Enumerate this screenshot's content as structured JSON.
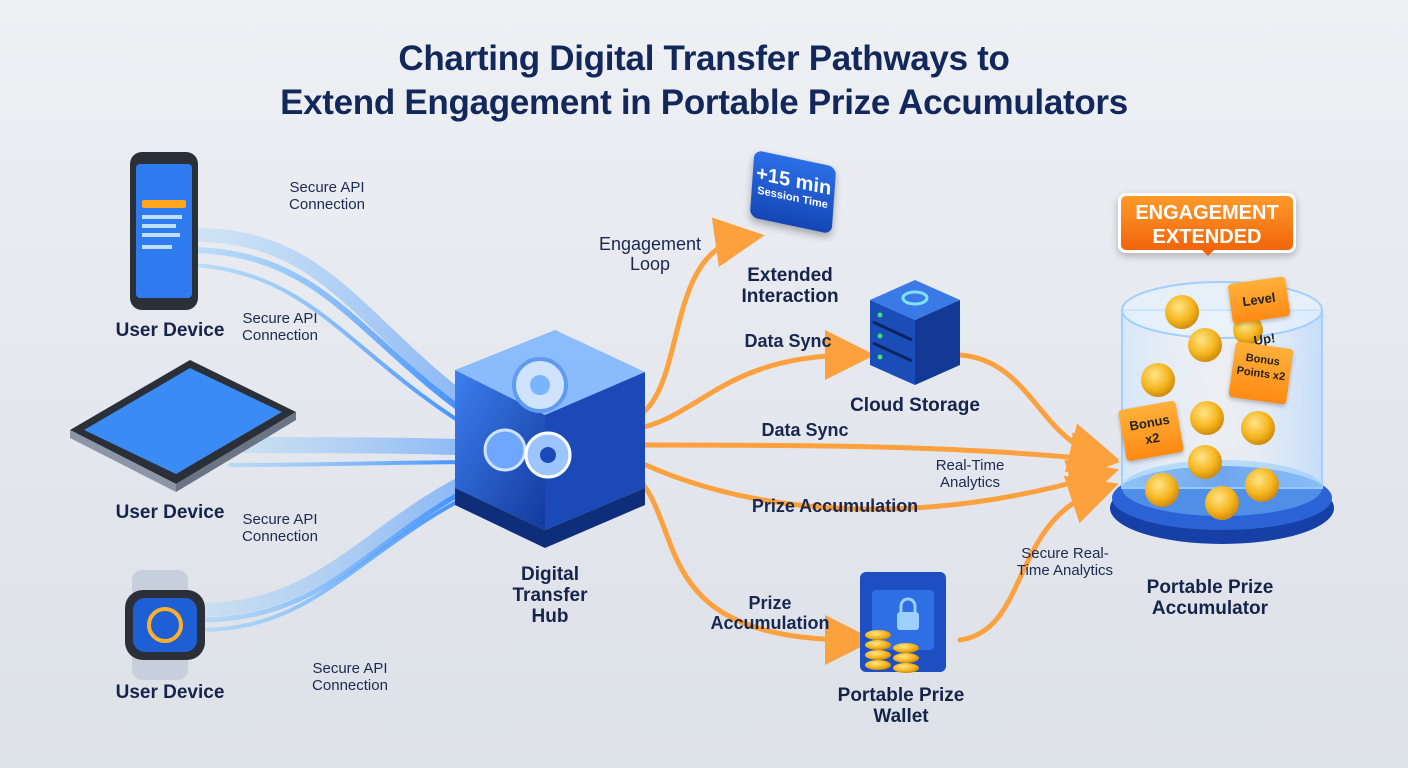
{
  "title": {
    "line1": "Charting Digital Transfer Pathways to",
    "line2": "Extend Engagement in Portable Prize Accumulators"
  },
  "devices": [
    {
      "label": "User Device",
      "kind": "smartphone"
    },
    {
      "label": "User Device",
      "kind": "tablet"
    },
    {
      "label": "User Device",
      "kind": "smartwatch"
    }
  ],
  "connections": [
    {
      "label": "Secure API Connection"
    },
    {
      "label": "Secure API Connection"
    },
    {
      "label": "Secure API Connection"
    },
    {
      "label": "Secure API Connection"
    }
  ],
  "hub": {
    "label": "Digital Transfer Hub"
  },
  "flows": {
    "engagement_loop": "Engagement Loop",
    "data_sync_1": "Data Sync",
    "data_sync_2": "Data Sync",
    "prize_accumulation_1": "Prize Accumulation",
    "prize_accumulation_2": "Prize Accumulation",
    "realtime_analytics": "Real-Time Analytics",
    "secure_realtime_analytics": "Secure Real-Time Analytics"
  },
  "nodes": {
    "extended_interaction": "Extended Interaction",
    "session_badge_value": "+15 min",
    "session_badge_caption": "Session Time",
    "cloud_storage": "Cloud Storage",
    "prize_wallet": "Portable Prize Wallet",
    "accumulator": "Portable Prize Accumulator"
  },
  "accumulator_chips": {
    "engagement_badge": "ENGAGEMENT EXTENDED",
    "level_up": "Level Up!",
    "bonus_points": "Bonus Points x2",
    "bonus": "Bonus x2"
  },
  "colors": {
    "title": "#13285a",
    "blue_stream": "#3ea0ff",
    "orange_stream": "#ff9a2b",
    "badge": "#f0650b",
    "hub": "#1e4fc2",
    "coin": "#f2b321"
  },
  "icons": [
    "smartphone-icon",
    "tablet-icon",
    "smartwatch-icon",
    "gear-cube-icon",
    "server-stack-icon",
    "wallet-lock-icon",
    "coin-icon"
  ]
}
